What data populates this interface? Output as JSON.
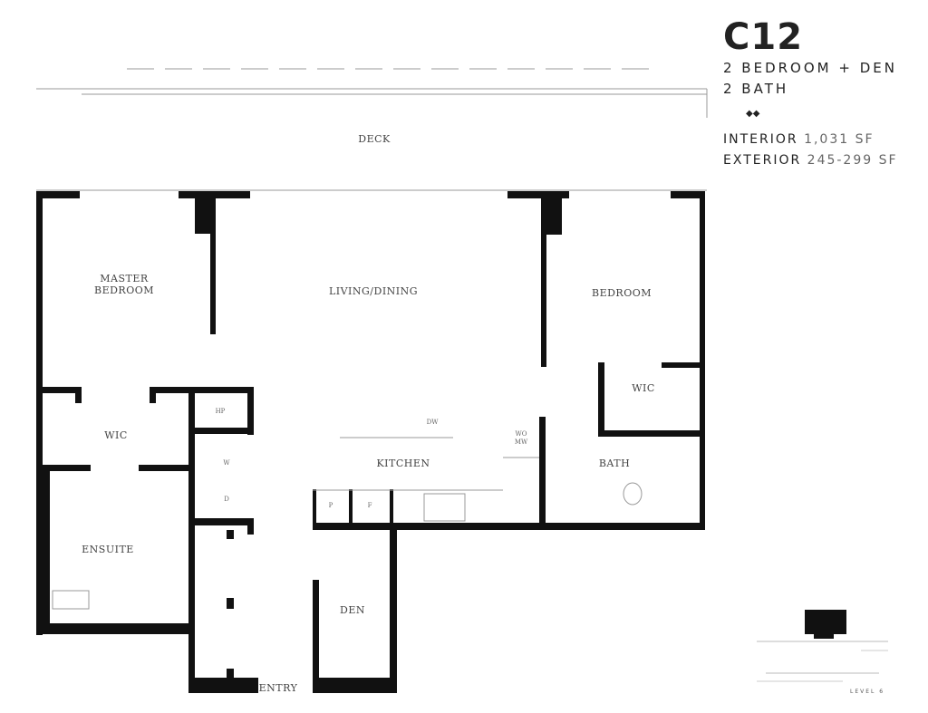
{
  "unit": {
    "name": "C12",
    "type_line_1": "2 BEDROOM + DEN",
    "type_line_2": "2 BATH",
    "diamonds": "◆◆",
    "interior_label": "INTERIOR",
    "interior_value": "1,031 SF",
    "exterior_label": "EXTERIOR",
    "exterior_value": "245-299 SF"
  },
  "rooms": {
    "deck": "DECK",
    "master_1": "MASTER",
    "master_2": "BEDROOM",
    "living": "LIVING/DINING",
    "bedroom": "BEDROOM",
    "wic_master": "WIC",
    "wic_bedroom": "WIC",
    "bath": "BATH",
    "kitchen": "KITCHEN",
    "ensuite": "ENSUITE",
    "den": "DEN",
    "entry": "ENTRY"
  },
  "fixtures": {
    "hp": "HP",
    "w": "W",
    "d": "D",
    "dw": "DW",
    "wo": "WO",
    "mw": "MW",
    "p": "P",
    "f": "F"
  },
  "keyplan": {
    "level": "LEVEL 6"
  }
}
